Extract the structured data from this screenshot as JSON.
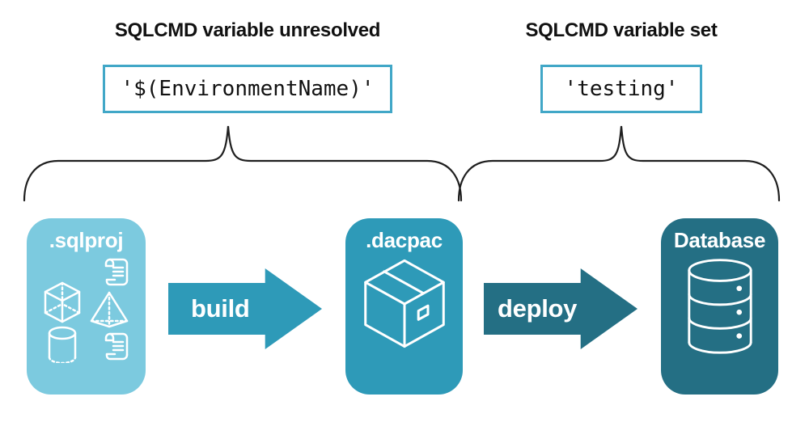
{
  "annotations": {
    "left": {
      "heading": "SQLCMD variable unresolved",
      "code": "'$(EnvironmentName)'"
    },
    "right": {
      "heading": "SQLCMD variable set",
      "code": "'testing'"
    }
  },
  "pipeline": {
    "nodes": [
      {
        "id": "sqlproj",
        "label": ".sqlproj",
        "color": "#7ccadf",
        "icon": "sql-objects-icon"
      },
      {
        "id": "dacpac",
        "label": ".dacpac",
        "color": "#2e9ab8",
        "icon": "package-icon"
      },
      {
        "id": "database",
        "label": "Database",
        "color": "#246f84",
        "icon": "database-icon"
      }
    ],
    "arrows": [
      {
        "id": "build",
        "label": "build",
        "color": "#2e9ab8"
      },
      {
        "id": "deploy",
        "label": "deploy",
        "color": "#246f84"
      }
    ]
  },
  "colors": {
    "background": "#ffffff",
    "code_box_border": "#41a7c7",
    "heading_text": "#111111",
    "brace_stroke": "#1f1f1f",
    "node_text": "#ffffff",
    "icon_stroke": "#ffffff"
  }
}
